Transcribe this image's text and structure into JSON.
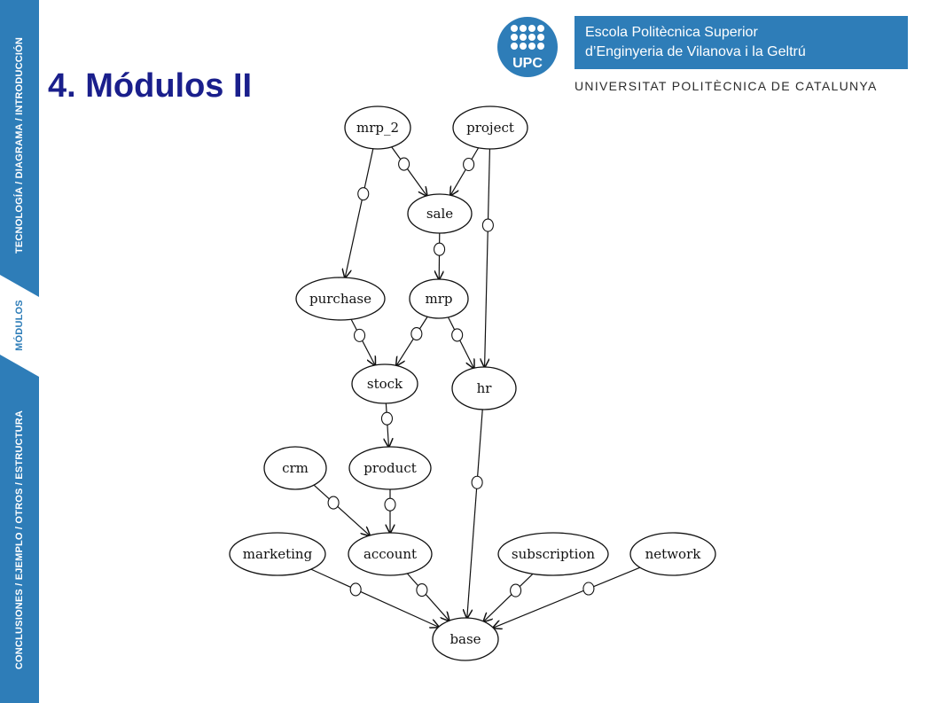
{
  "title": "4. Módulos II",
  "nav": {
    "item_conclusiones": "CONCLUSIONES / EJEMPLO / OTROS / ESTRUCTURA",
    "item_modulos": "MÓDULOS",
    "item_tecnologia": "TECNOLOGÍA / DIAGRAMA / INTRODUCCIÓN",
    "active": "MÓDULOS"
  },
  "header": {
    "logo_text": "UPC",
    "school_line1": "Escola Politècnica Superior",
    "school_line2": "d’Enginyeria de Vilanova i la Geltrú",
    "university": "UNIVERSITAT POLITÈCNICA DE CATALUNYA"
  },
  "colors": {
    "brand_blue": "#2e7db8",
    "title_navy": "#1a1f8c"
  },
  "diagram": {
    "nodes": [
      {
        "id": "mrp_2",
        "label": "mrp_2"
      },
      {
        "id": "project",
        "label": "project"
      },
      {
        "id": "sale",
        "label": "sale"
      },
      {
        "id": "purchase",
        "label": "purchase"
      },
      {
        "id": "mrp",
        "label": "mrp"
      },
      {
        "id": "stock",
        "label": "stock"
      },
      {
        "id": "hr",
        "label": "hr"
      },
      {
        "id": "crm",
        "label": "crm"
      },
      {
        "id": "product",
        "label": "product"
      },
      {
        "id": "marketing",
        "label": "marketing"
      },
      {
        "id": "account",
        "label": "account"
      },
      {
        "id": "subscription",
        "label": "subscription"
      },
      {
        "id": "network",
        "label": "network"
      },
      {
        "id": "base",
        "label": "base"
      }
    ],
    "edges": [
      {
        "from": "mrp_2",
        "to": "sale"
      },
      {
        "from": "mrp_2",
        "to": "purchase"
      },
      {
        "from": "project",
        "to": "sale"
      },
      {
        "from": "project",
        "to": "hr"
      },
      {
        "from": "sale",
        "to": "mrp"
      },
      {
        "from": "purchase",
        "to": "stock"
      },
      {
        "from": "mrp",
        "to": "stock"
      },
      {
        "from": "mrp",
        "to": "hr"
      },
      {
        "from": "stock",
        "to": "product"
      },
      {
        "from": "crm",
        "to": "account"
      },
      {
        "from": "product",
        "to": "account"
      },
      {
        "from": "hr",
        "to": "base"
      },
      {
        "from": "marketing",
        "to": "base"
      },
      {
        "from": "account",
        "to": "base"
      },
      {
        "from": "subscription",
        "to": "base"
      },
      {
        "from": "network",
        "to": "base"
      }
    ]
  }
}
